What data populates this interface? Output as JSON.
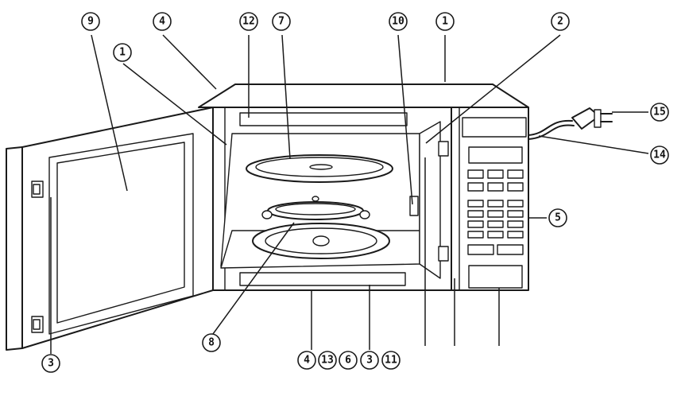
{
  "callouts": [
    {
      "id": "c9a",
      "label": "9"
    },
    {
      "id": "c4a",
      "label": "4"
    },
    {
      "id": "c12",
      "label": "12"
    },
    {
      "id": "c7",
      "label": "7"
    },
    {
      "id": "c10",
      "label": "10"
    },
    {
      "id": "c1a",
      "label": "1"
    },
    {
      "id": "c2",
      "label": "2"
    },
    {
      "id": "c1b",
      "label": "1"
    },
    {
      "id": "c15",
      "label": "15"
    },
    {
      "id": "c14",
      "label": "14"
    },
    {
      "id": "c5",
      "label": "5"
    },
    {
      "id": "c8",
      "label": "8"
    },
    {
      "id": "c4b",
      "label": "4"
    },
    {
      "id": "c13",
      "label": "13"
    },
    {
      "id": "c6",
      "label": "6"
    },
    {
      "id": "c3b",
      "label": "3"
    },
    {
      "id": "c11",
      "label": "11"
    },
    {
      "id": "c3a",
      "label": "3"
    }
  ]
}
